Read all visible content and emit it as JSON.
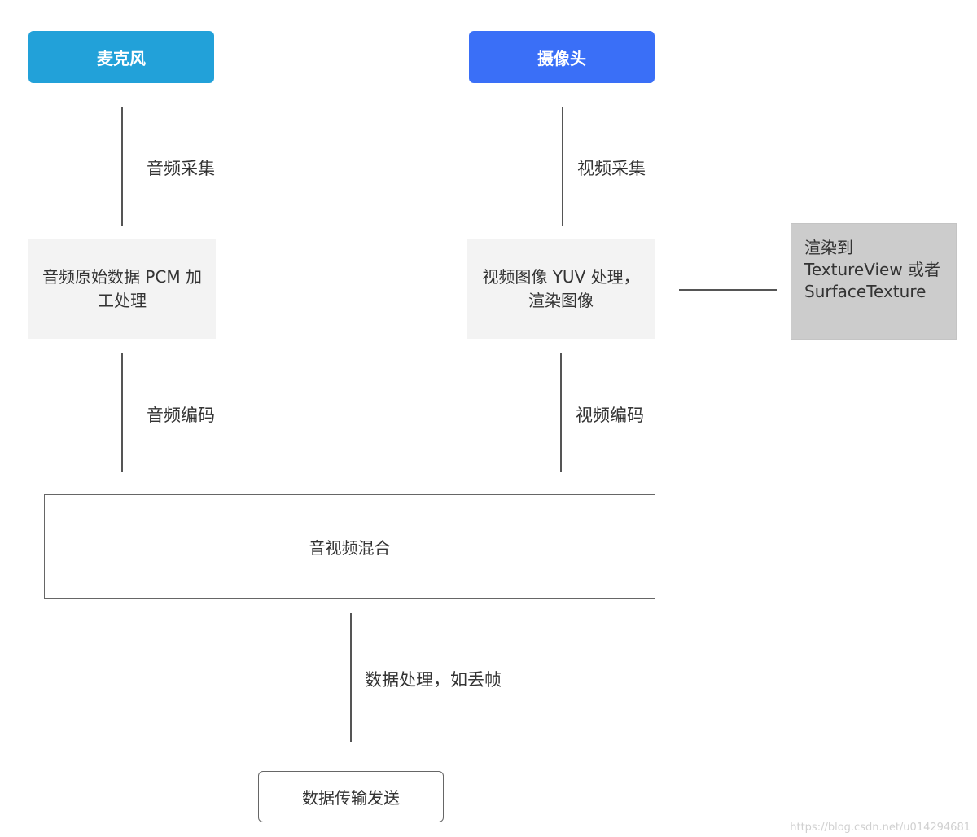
{
  "nodes": {
    "microphone": "麦克风",
    "camera": "摄像头",
    "audio_process": "音频原始数据 PCM 加\n工处理",
    "video_process": "视频图像 YUV 处理，\n渲染图像",
    "render_target": "渲染到\nTextureView 或者\nSurfaceTexture",
    "av_mix": "音视频混合",
    "transmit": "数据传输发送"
  },
  "edges": {
    "audio_capture": "音频采集",
    "video_capture": "视频采集",
    "audio_encode": "音频编码",
    "video_encode": "视频编码",
    "data_process": "数据处理，如丢帧"
  },
  "watermark": "https://blog.csdn.net/u014294681",
  "colors": {
    "microphone": "#22a1d9",
    "camera": "#3a6ff7",
    "process_bg": "#f3f3f3",
    "render_bg": "#cccccc",
    "line": "#555555"
  }
}
